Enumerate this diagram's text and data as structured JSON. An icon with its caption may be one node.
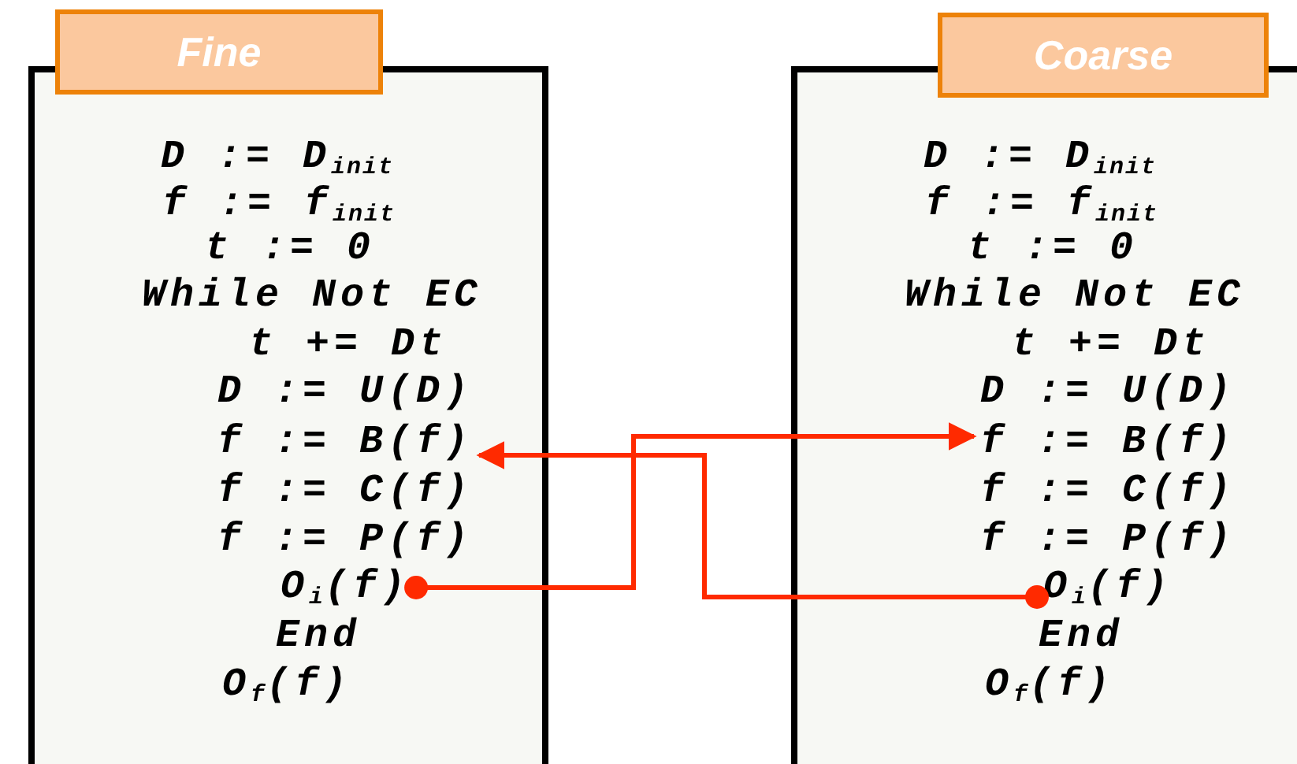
{
  "diagram": {
    "nodes": [
      {
        "text": [
          "Fine"
        ]
      },
      {
        "text": [
          "D := D$_{init}$"
        ],
        "in": 0
      },
      {
        "text": [
          "f := f$_{init}$"
        ],
        "in": 0
      },
      {
        "text": [
          "t := 0"
        ],
        "in": 0
      },
      {
        "text": [
          "While Not EC"
        ],
        "in": 0
      },
      {
        "text": [
          "t += Dt"
        ],
        "in": 0
      },
      {
        "text": [
          "D := U(D)"
        ],
        "in": 0
      },
      {
        "text": [
          "f := B(f)"
        ],
        "in": 0
      },
      {
        "text": [
          "f := C(f)"
        ],
        "in": 0
      },
      {
        "text": [
          "f := P(f)"
        ],
        "in": 0
      },
      {
        "text": [
          "O$_{i}$(f)"
        ],
        "in": 0
      },
      {
        "text": [
          "End"
        ],
        "in": 0
      },
      {
        "text": [
          "O$_{f}$(f)"
        ],
        "in": 0
      },
      {
        "text": [
          "Coarse"
        ]
      },
      {
        "text": [
          "D := D$_{init}$"
        ],
        "in": 13
      },
      {
        "text": [
          "f := f$_{init}$"
        ],
        "in": 13
      },
      {
        "text": [
          "t := 0"
        ],
        "in": 13
      },
      {
        "text": [
          "While Not EC"
        ],
        "in": 13
      },
      {
        "text": [
          "t += Dt"
        ],
        "in": 13
      },
      {
        "text": [
          "D := U(D)"
        ],
        "in": 13
      },
      {
        "text": [
          "f := B(f)"
        ],
        "in": 13
      },
      {
        "text": [
          "f := C(f)"
        ],
        "in": 13
      },
      {
        "text": [
          "f := P(f)"
        ],
        "in": 13
      },
      {
        "text": [
          "O$_{i}$(f)"
        ],
        "in": 13
      },
      {
        "text": [
          "End"
        ],
        "in": 13
      },
      {
        "text": [
          "O$_{f}$(f)"
        ],
        "in": 13
      }
    ],
    "edges": [
      {
        "from": 10,
        "to": 20,
        "arrow": "to"
      },
      {
        "from": 23,
        "to": 7,
        "arrow": "to"
      }
    ]
  }
}
